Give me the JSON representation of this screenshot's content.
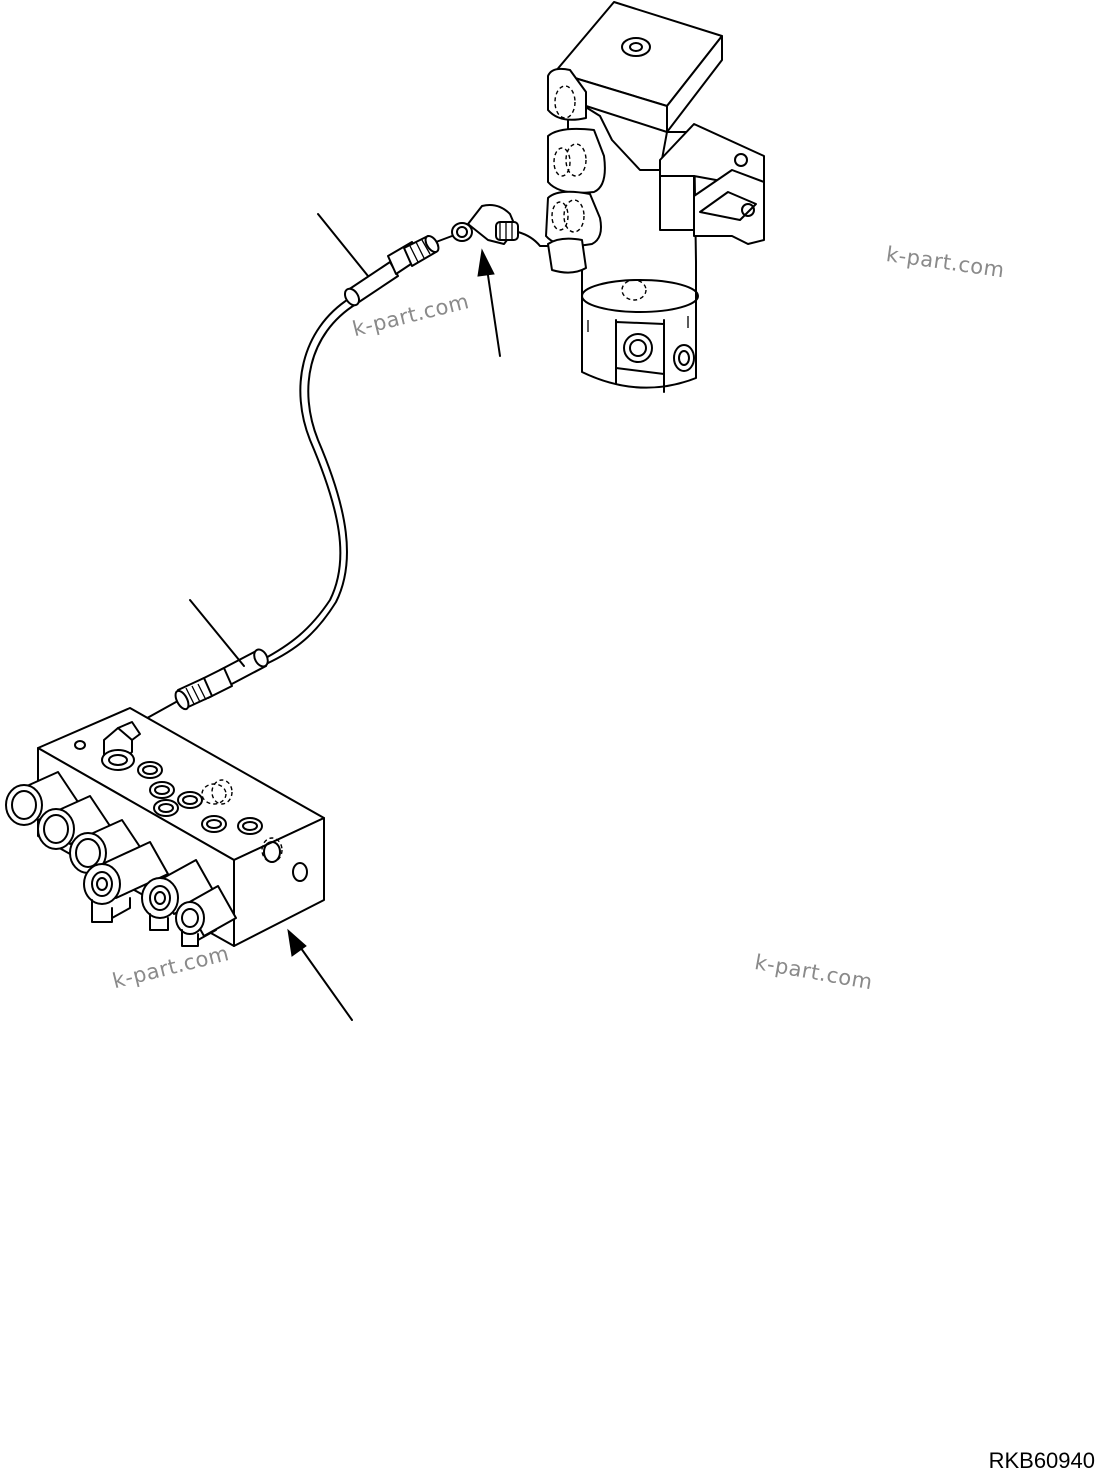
{
  "drawing_code": "RKB60940",
  "watermarks": [
    "k-part.com",
    "k-part.com",
    "k-part.com",
    "k-part.com"
  ],
  "components": {
    "cylinder_valve": "cylinder-valve-block",
    "hose": "hydraulic-hose",
    "solenoid_valve": "solenoid-valve-block"
  }
}
